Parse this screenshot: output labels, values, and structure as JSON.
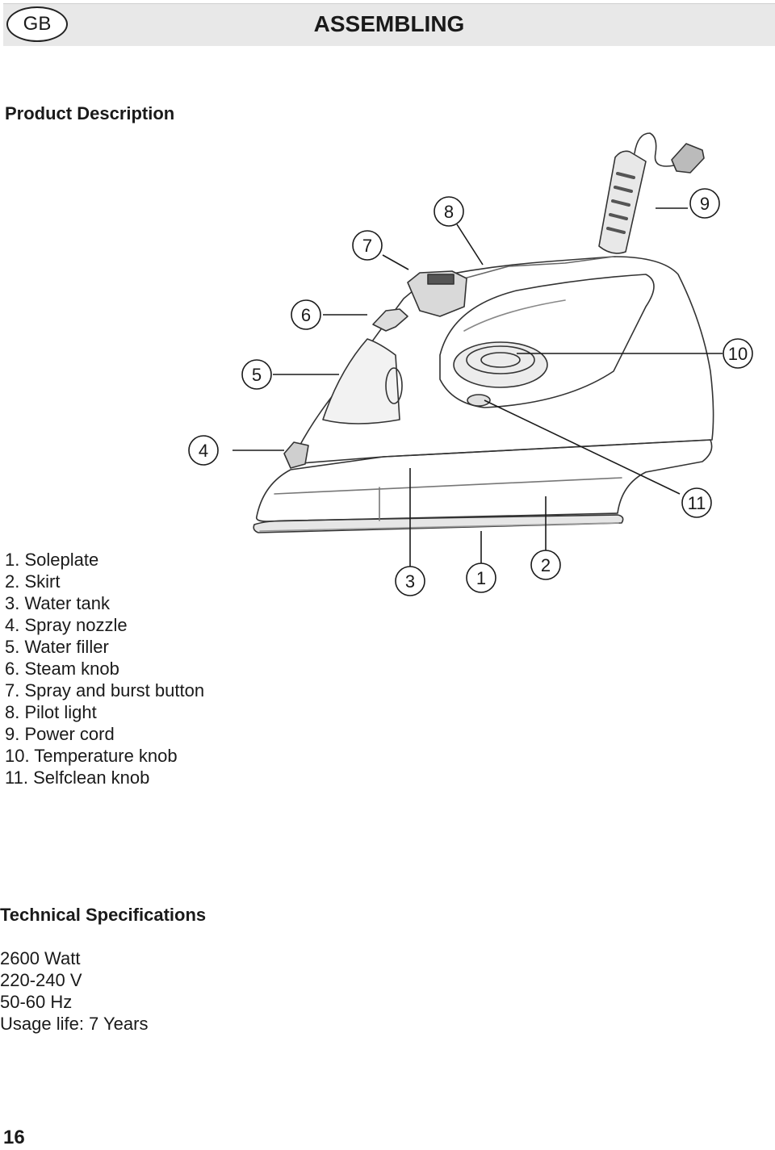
{
  "header": {
    "language_badge": "GB",
    "title": "ASSEMBLING"
  },
  "product_description": {
    "heading": "Product Description",
    "parts": [
      "1. Soleplate",
      "2. Skirt",
      "3. Water tank",
      "4. Spray nozzle",
      "5. Water filler",
      "6. Steam knob",
      "7. Spray and burst button",
      "8. Pilot light",
      "9. Power cord",
      "10. Temperature knob",
      "11. Selfclean knob"
    ]
  },
  "diagram": {
    "callouts": [
      "1",
      "2",
      "3",
      "4",
      "5",
      "6",
      "7",
      "8",
      "9",
      "10",
      "11"
    ]
  },
  "technical_specifications": {
    "heading": "Technical Specifications",
    "items": [
      "2600 Watt",
      "220-240 V",
      "50-60 Hz",
      "Usage life: 7 Years"
    ]
  },
  "footer": {
    "page_number": "16"
  }
}
